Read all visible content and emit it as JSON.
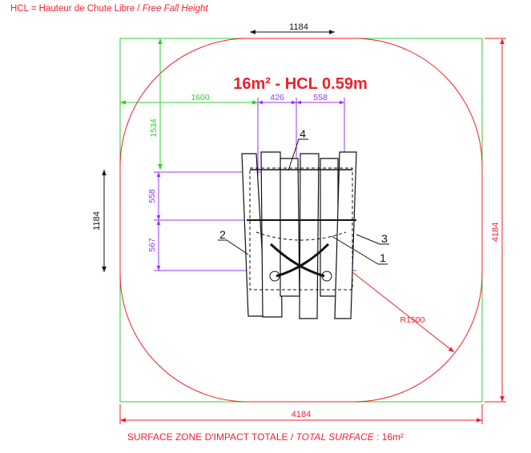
{
  "header": {
    "label_fr": "HCL = Hauteur de Chute Libre",
    "separator": " / ",
    "label_en": "Free Fall Height"
  },
  "title": "16m² - HCL 0.59m",
  "dimensions": {
    "top_width": "1184",
    "left_height": "1184",
    "right_height": "4184",
    "bottom_width": "4184",
    "offset_x": "1600",
    "offset_y": "1534",
    "post_spacing_1": "426",
    "post_spacing_2": "558",
    "row_spacing_1": "558",
    "row_spacing_2": "567",
    "radius": "R1500"
  },
  "callouts": [
    "1",
    "2",
    "3",
    "4"
  ],
  "footer": {
    "label_fr": "SURFACE ZONE D'IMPACT TOTALE",
    "separator": " / ",
    "label_en": "TOTAL SURFACE",
    "value": " : 16m²"
  },
  "colors": {
    "red": "#f0202a",
    "green": "#33cc33",
    "purple": "#9933ff"
  }
}
